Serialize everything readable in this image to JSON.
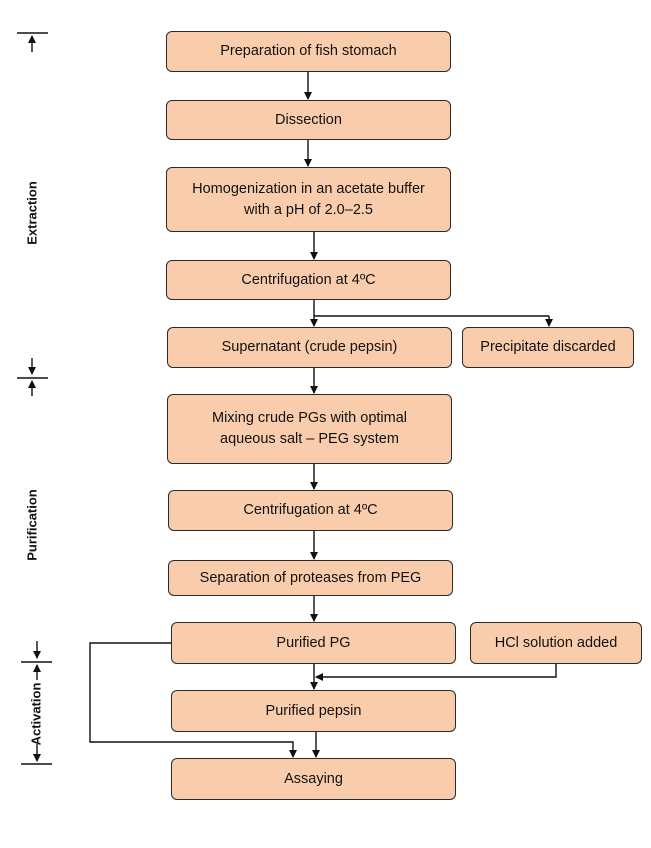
{
  "steps": {
    "prep": "Preparation of fish stomach",
    "dissection": "Dissection",
    "homog_l1": "Homogenization in an acetate buffer",
    "homog_l2": "with a pH of 2.0–2.5",
    "centrif1": "Centrifugation at 4ºC",
    "supernatant": "Supernatant (crude pepsin)",
    "precipitate": "Precipitate discarded",
    "mixing_l1": "Mixing crude PGs with optimal",
    "mixing_l2": "aqueous salt – PEG system",
    "centrif2": "Centrifugation at 4ºC",
    "separation": "Separation of proteases from PEG",
    "purified_pg": "Purified PG",
    "hcl": "HCl solution added",
    "purified_pepsin": "Purified pepsin",
    "assaying": "Assaying"
  },
  "stages": {
    "extraction": "Extraction",
    "purification": "Purification",
    "activation": "Activation"
  },
  "colors": {
    "box_fill": "#f9cdac",
    "line": "#111111"
  }
}
